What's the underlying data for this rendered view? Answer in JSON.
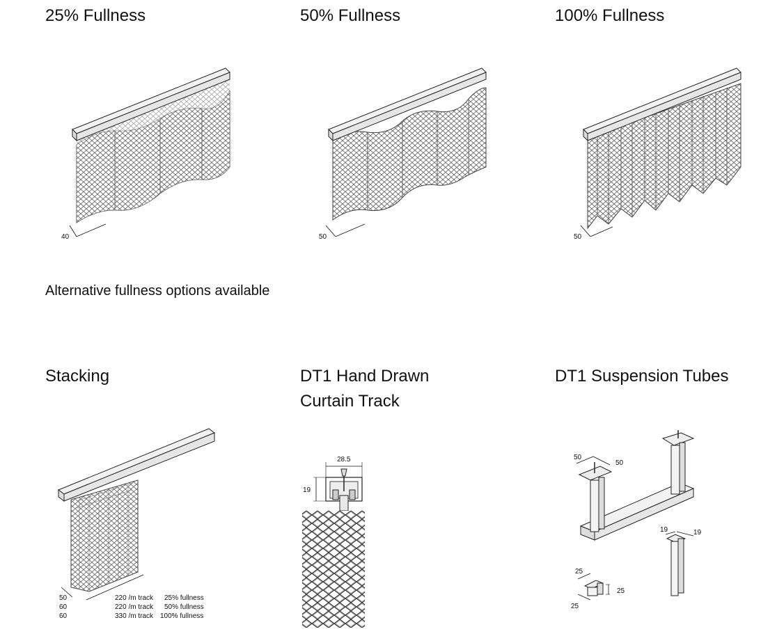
{
  "panels": {
    "p1": {
      "title": "25% Fullness",
      "dim": "40"
    },
    "p2": {
      "title": "50% Fullness",
      "dim": "50"
    },
    "p3": {
      "title": "100% Fullness",
      "dim": "50"
    },
    "note": "Alternative fullness options available",
    "stacking": {
      "title": "Stacking",
      "rows": [
        {
          "depth": "50",
          "track": "220 /m track",
          "fullness": "25% fullness"
        },
        {
          "depth": "60",
          "track": "220 /m track",
          "fullness": "50% fullness"
        },
        {
          "depth": "60",
          "track": "330 /m track",
          "fullness": "100% fullness"
        }
      ]
    },
    "track": {
      "title_line1": "DT1 Hand Drawn",
      "title_line2": "Curtain Track",
      "width": "28.5",
      "height": "19"
    },
    "tubes": {
      "title": "DT1 Suspension Tubes",
      "plate_a": "50",
      "plate_b": "50",
      "tube_a": "19",
      "tube_b": "19",
      "bracket_a": "25",
      "bracket_b": "25",
      "bracket_c": "25"
    }
  }
}
